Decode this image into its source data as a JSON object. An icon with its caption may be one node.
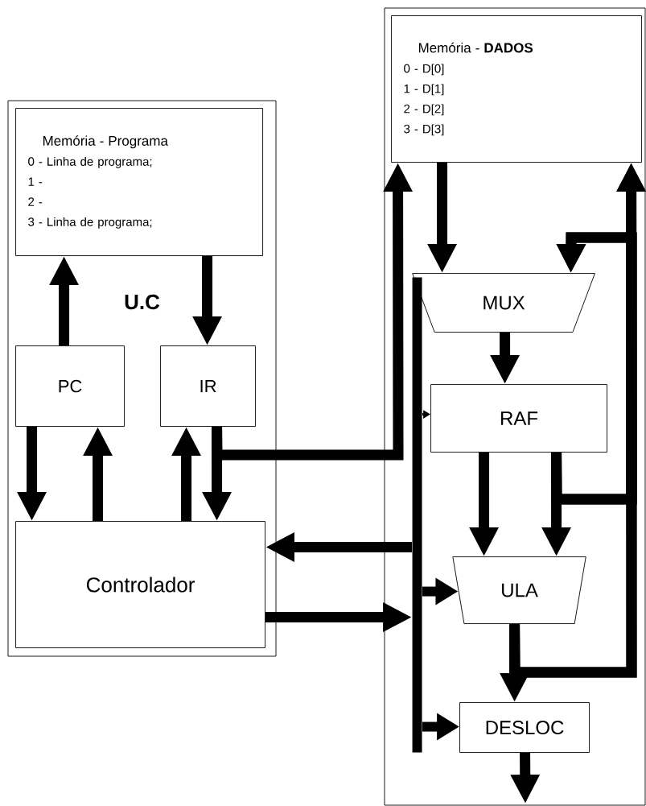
{
  "diagram": {
    "nodes": [
      {
        "text": [
          "U.C"
        ]
      },
      {
        "text": [
          "Memória - Programa",
          "0 - Linha de programa;",
          "1 -",
          "2 -",
          "3 - Linha de programa;"
        ],
        "in": 0
      },
      {
        "text": [
          "PC"
        ],
        "in": 0
      },
      {
        "text": [
          "IR"
        ],
        "in": 0
      },
      {
        "text": [
          "Controlador"
        ],
        "in": 0
      },
      {
        "text": [],
        "shape": "box"
      },
      {
        "text": [
          "Memória - **DADOS**",
          "0 - D[0]",
          "1 - D[1]",
          "2 - D[2]",
          "3 - D[3]"
        ],
        "in": 5
      },
      {
        "text": [
          "MUX"
        ],
        "in": 5
      },
      {
        "text": [
          "RAF"
        ],
        "in": 5
      },
      {
        "text": [
          "ULA"
        ],
        "in": 5
      },
      {
        "text": [
          "DESLOC"
        ],
        "in": 5
      },
      {
        "text": [],
        "shape": "bar",
        "in": 5
      }
    ],
    "edges": [
      {
        "from": 2,
        "to": 1,
        "arrow": "to"
      },
      {
        "from": 1,
        "to": 3,
        "arrow": "to"
      },
      {
        "from": 2,
        "to": 4,
        "arrow": "to"
      },
      {
        "from": 4,
        "to": 2,
        "arrow": "to"
      },
      {
        "from": 4,
        "to": 3,
        "arrow": "to"
      },
      {
        "from": 3,
        "to": 4,
        "arrow": "to"
      },
      {
        "from": 3,
        "to": 6,
        "arrow": "to"
      },
      {
        "from": 6,
        "to": 7,
        "arrow": "to"
      },
      {
        "from": 7,
        "to": 8,
        "arrow": "to"
      },
      {
        "from": 11,
        "to": 8,
        "arrow": "to"
      },
      {
        "from": 11,
        "to": 4,
        "arrow": "to"
      },
      {
        "from": 4,
        "to": 11,
        "arrow": "to"
      },
      {
        "from": 11,
        "to": 9,
        "arrow": "to"
      },
      {
        "from": 11,
        "to": 10,
        "arrow": "to"
      },
      {
        "from": 8,
        "to": 9,
        "arrow": "to"
      },
      {
        "from": 8,
        "to": 9,
        "arrow": "to"
      },
      {
        "from": 8,
        "to": 6,
        "arrow": "to"
      },
      {
        "from": 8,
        "to": 7,
        "arrow": "to"
      },
      {
        "from": 9,
        "to": 6,
        "arrow": "to"
      },
      {
        "from": 9,
        "to": 7,
        "arrow": "to"
      },
      {
        "from": 9,
        "to": 10,
        "arrow": "to"
      },
      {
        "from": 10,
        "to": null,
        "arrow": "to"
      }
    ]
  }
}
